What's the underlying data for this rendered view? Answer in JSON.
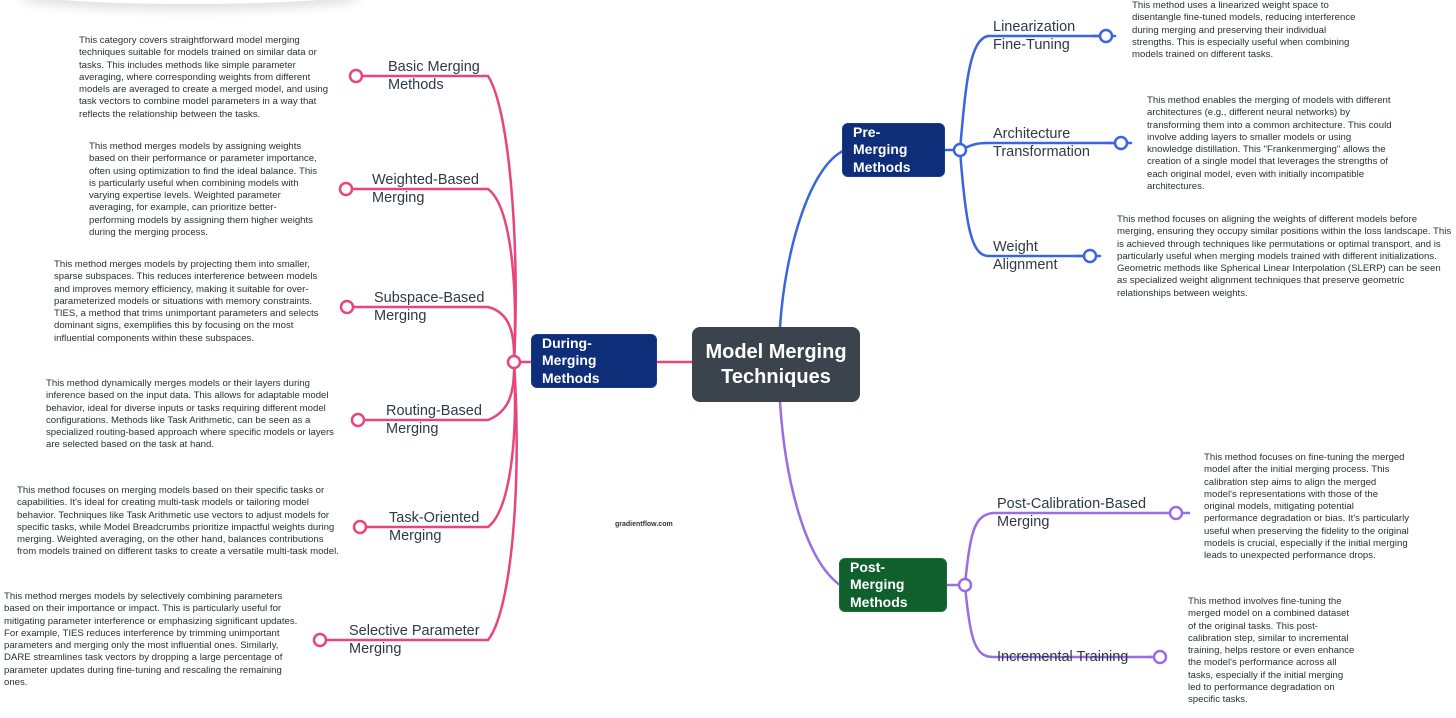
{
  "root": "Model Merging Techniques",
  "branches": {
    "during": "During-Merging Methods",
    "pre": "Pre-Merging Methods",
    "post": "Post-Merging Methods"
  },
  "colors": {
    "during": "#e8457c",
    "pre": "#3a64e0",
    "post": "#9a6ee0"
  },
  "during_items": [
    {
      "label": "Basic Merging Methods",
      "desc": "This category covers straightforward model merging techniques suitable for models trained on similar data or tasks. This includes methods like simple parameter averaging, where corresponding weights from different models are averaged to create a merged model, and using task vectors to combine model parameters in a way that reflects the relationship between the tasks."
    },
    {
      "label": "Weighted-Based Merging",
      "desc": "This method merges models by assigning weights based on their performance or parameter importance, often using optimization to find the ideal balance. This is particularly useful when combining models with varying expertise levels. Weighted parameter averaging, for example, can prioritize better-performing models by assigning them higher weights during the merging process."
    },
    {
      "label": "Subspace-Based Merging",
      "desc": "This method merges models by projecting them into smaller, sparse subspaces. This reduces interference between models and improves memory efficiency, making it suitable for over-parameterized models or situations with memory constraints. TIES, a method that trims unimportant parameters and selects dominant signs, exemplifies this by focusing on the most influential components within these subspaces."
    },
    {
      "label": "Routing-Based Merging",
      "desc": "This method dynamically merges models or their layers during inference based on the input data. This allows for adaptable model behavior, ideal for diverse inputs or tasks requiring different model configurations. Methods like Task Arithmetic, can be seen as a specialized routing-based approach where specific models or layers are selected based on the task at hand."
    },
    {
      "label": "Task-Oriented Merging",
      "desc": "This method focuses on merging models based on their specific tasks or capabilities. It's ideal for creating multi-task models or tailoring model behavior. Techniques like Task Arithmetic use vectors to adjust models for specific tasks, while Model Breadcrumbs prioritize impactful weights during merging. Weighted averaging, on the other hand, balances contributions from models trained on different tasks to create a versatile multi-task model."
    },
    {
      "label": "Selective Parameter Merging",
      "desc": "This method merges models by selectively combining parameters based on their importance or impact. This is particularly useful for mitigating parameter interference or emphasizing significant updates. For example, TIES reduces interference by trimming unimportant parameters and merging only the most influential ones. Similarly, DARE streamlines task vectors by dropping a large percentage of parameter updates during fine-tuning and rescaling the remaining ones."
    }
  ],
  "pre_items": [
    {
      "label": "Linearization Fine-Tuning",
      "desc": "This method uses a linearized weight space to disentangle fine-tuned models, reducing interference during merging and preserving their individual strengths. This is especially useful when combining models trained on different tasks."
    },
    {
      "label": "Architecture Transformation",
      "desc": "This method enables the merging of models with different architectures (e.g., different neural networks) by transforming them into a common architecture. This could involve adding layers to smaller models or using knowledge distillation. This \"Frankenmerging\" allows the creation of a single model that leverages the strengths of each original model, even with initially incompatible architectures."
    },
    {
      "label": "Weight Alignment",
      "desc": "This method focuses on aligning the weights of different models before merging, ensuring they occupy similar positions within the loss landscape. This is achieved through techniques like permutations or optimal transport, and is particularly useful when merging models trained with different initializations. Geometric methods like Spherical Linear Interpolation (SLERP) can be seen as specialized weight alignment techniques that preserve geometric relationships between weights."
    }
  ],
  "post_items": [
    {
      "label": "Post-Calibration-Based Merging",
      "desc": "This method focuses on fine-tuning the merged model after the initial merging process. This calibration step aims to align the merged model's representations with those of the original models, mitigating potential performance degradation or bias. It's particularly useful when preserving the fidelity to the original models is crucial, especially if the initial merging leads to unexpected performance drops."
    },
    {
      "label": "Incremental Training",
      "desc": "This method involves fine-tuning the merged model on a combined dataset of the original tasks. This post-calibration step, similar to incremental training, helps restore or even enhance the model's performance across all tasks, especially if the initial merging led to performance degradation on specific tasks."
    }
  ],
  "watermark": "gradientflow.com"
}
